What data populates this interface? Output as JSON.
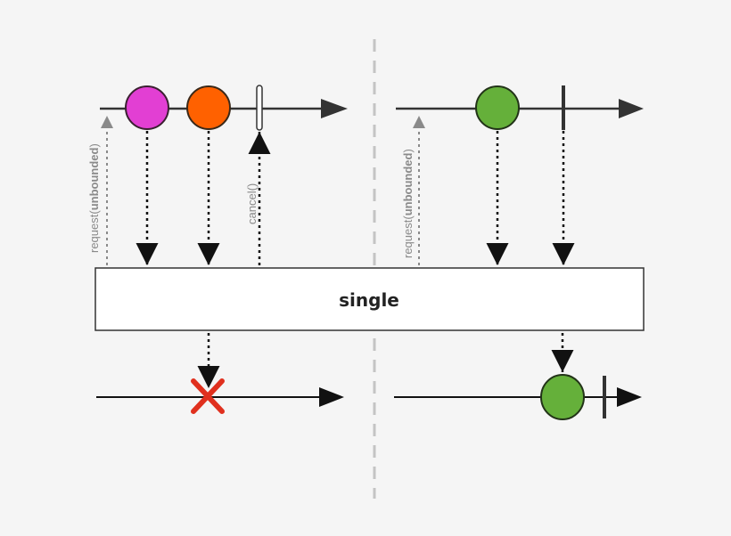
{
  "diagram": {
    "title": "single",
    "operator_label": "single",
    "colors": {
      "background": "#f5f5f5",
      "line": "#333333",
      "divider": "#c4c4c4",
      "request_arrow": "#8a8a8a",
      "error": "#e0301e"
    },
    "left_case": {
      "request_label_prefix": "request(",
      "request_label_bold": "unbounded",
      "request_label_suffix": ")",
      "cancel_label": "cancel()",
      "source_items": [
        {
          "name": "item-1",
          "color": "#e23fd3"
        },
        {
          "name": "item-2",
          "color": "#ff6100"
        }
      ],
      "result": "error"
    },
    "right_case": {
      "request_label_prefix": "request(",
      "request_label_bold": "unbounded",
      "request_label_suffix": ")",
      "source_items": [
        {
          "name": "item-1",
          "color": "#65b03a"
        }
      ],
      "source_completes": true,
      "output_items": [
        {
          "name": "item-1",
          "color": "#65b03a"
        }
      ],
      "output_completes": true
    }
  }
}
